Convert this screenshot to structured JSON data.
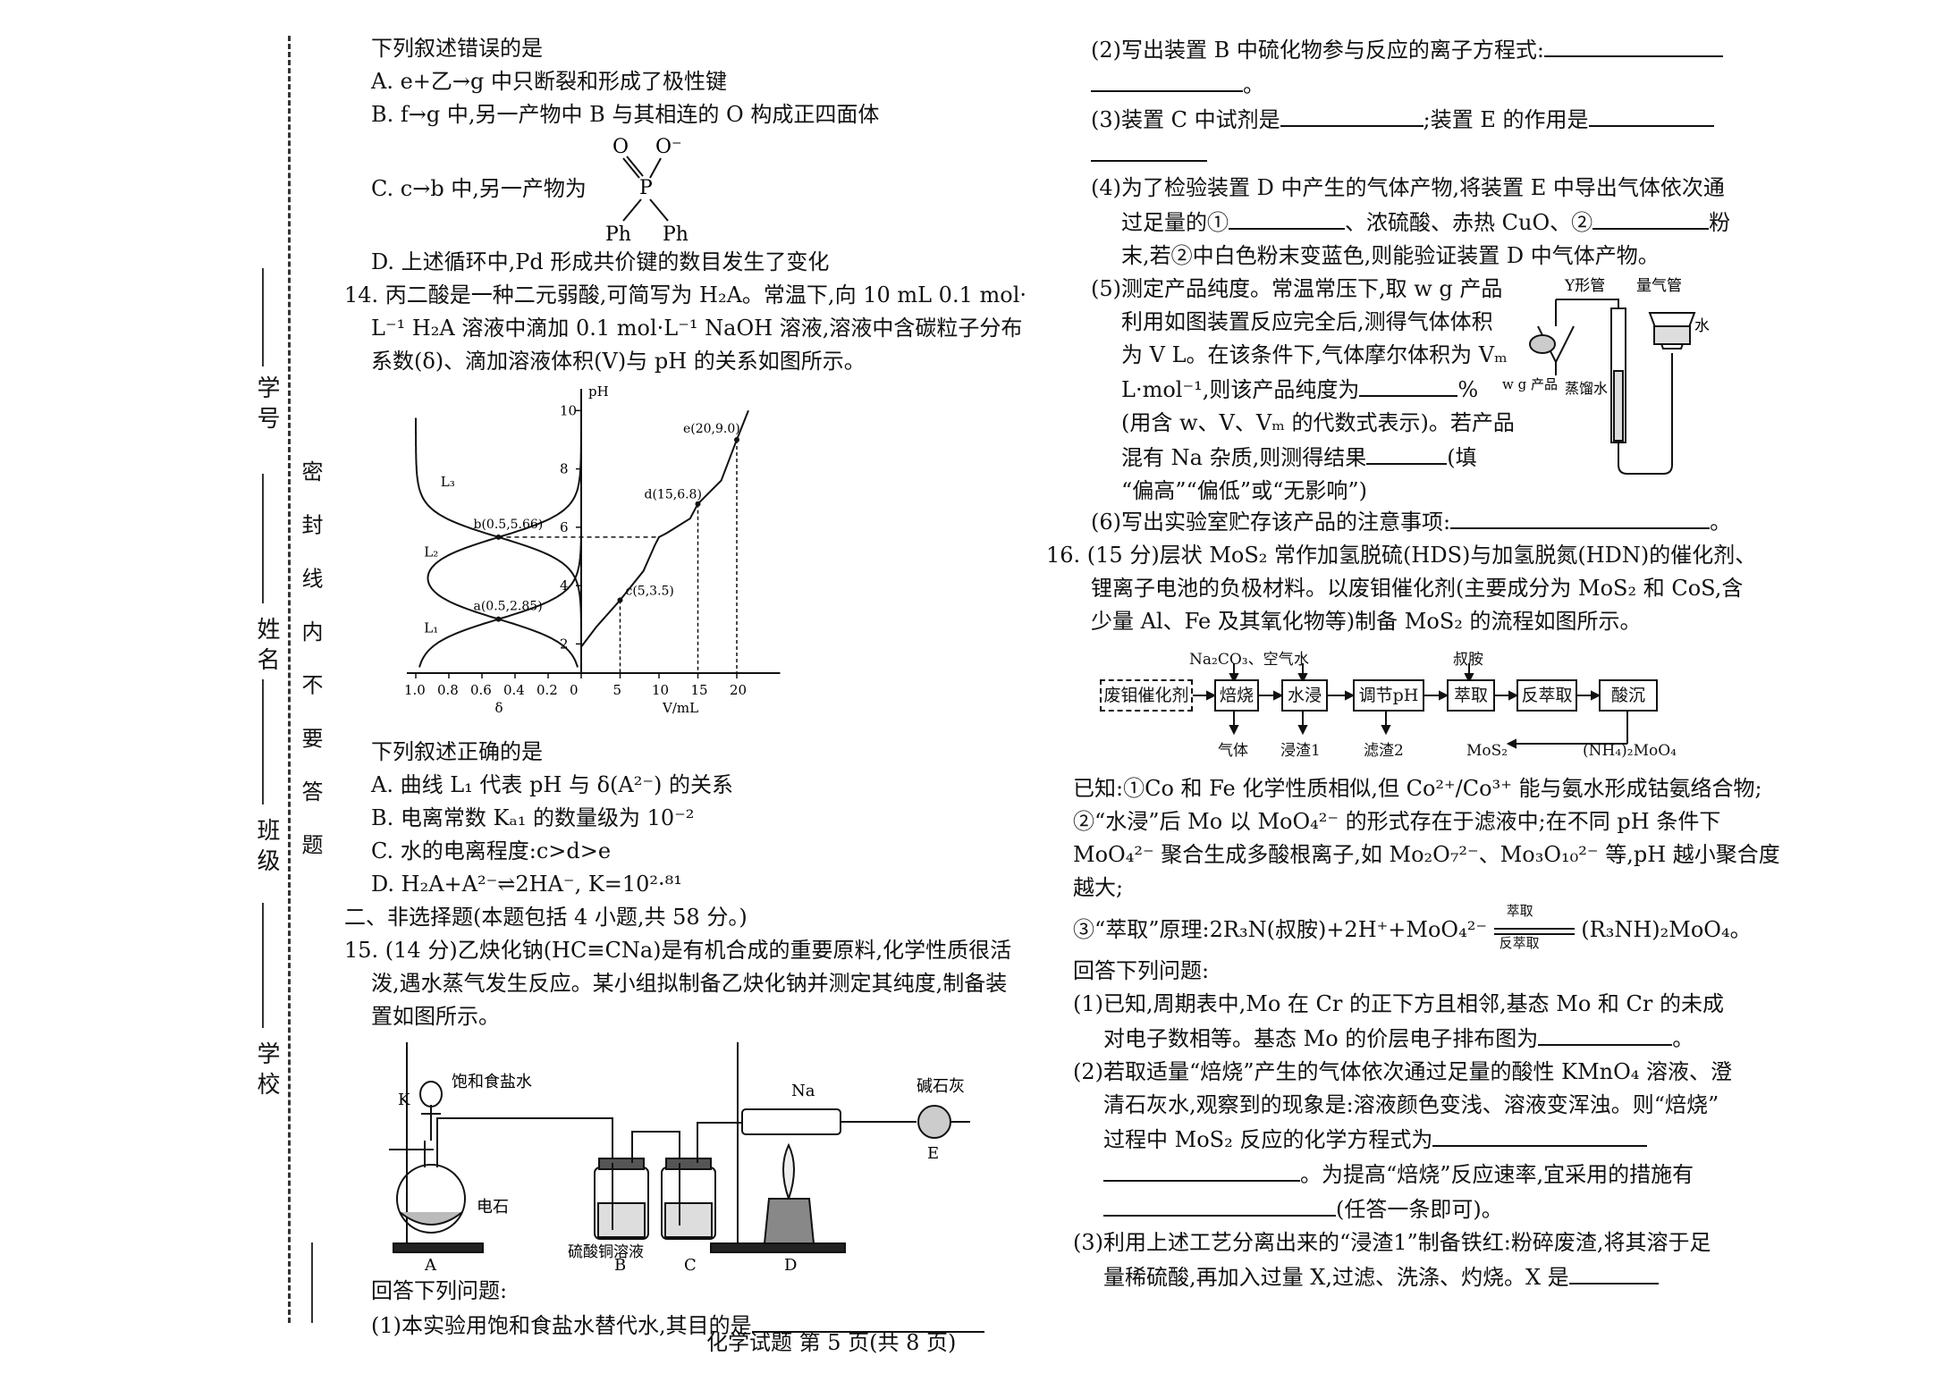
{
  "margin": {
    "labels": [
      "学 校",
      "班 级",
      "姓 名",
      "学 号"
    ],
    "seal_text": "密 封 线 内 不 要 答 题"
  },
  "left": {
    "q13_tail": {
      "intro": "下列叙述错误的是",
      "A": "A. e+乙→g 中只断裂和形成了极性键",
      "B": "B. f→g 中,另一产物中 B 与其相连的 O 构成正四面体",
      "C": "C. c→b 中,另一产物为",
      "D": "D. 上述循环中,Pd 形成共价键的数目发生了变化",
      "struct": {
        "O1": "O",
        "O2": "O⁻",
        "P": "P",
        "Ph1": "Ph",
        "Ph2": "Ph"
      }
    },
    "q14": {
      "line1": "14. 丙二酸是一种二元弱酸,可简写为 H₂A。常温下,向 10 mL 0.1 mol·",
      "line2": "L⁻¹ H₂A 溶液中滴加 0.1 mol·L⁻¹ NaOH 溶液,溶液中含碳粒子分布",
      "line3": "系数(δ)、滴加溶液体积(V)与 pH 的关系如图所示。",
      "intro2": "下列叙述正确的是",
      "A": "A. 曲线 L₁ 代表 pH 与 δ(A²⁻) 的关系",
      "B": "B. 电离常数 Kₐ₁ 的数量级为 10⁻²",
      "C": "C. 水的电离程度:c>d>e",
      "D": "D. H₂A+A²⁻⇌2HA⁻, K=10²·⁸¹"
    },
    "section2": "二、非选择题(本题包括 4 小题,共 58 分。)",
    "q15": {
      "line1": "15. (14 分)乙炔化钠(HC≡CNa)是有机合成的重要原料,化学性质很活",
      "line2": "泼,遇水蒸气发生反应。某小组拟制备乙炔化钠并测定其纯度,制备装",
      "line3": "置如图所示。",
      "ans": "回答下列问题:",
      "p1": "(1)本实验用饱和食盐水替代水,其目的是",
      "apparatus": {
        "brine": "饱和食盐水",
        "K": "K",
        "carbide": "电石",
        "cuso4": "硫酸铜溶液",
        "Na": "Na",
        "soda": "碱石灰",
        "A": "A",
        "B": "B",
        "C": "C",
        "D": "D",
        "E": "E"
      }
    }
  },
  "right": {
    "q15_cont": {
      "p2": "(2)写出装置 B 中硫化物参与反应的离子方程式:",
      "p2_end": "。",
      "p3a": "(3)装置 C 中试剂是",
      "p3b": ";装置 E 的作用是",
      "p4_1": "(4)为了检验装置 D 中产生的气体产物,将装置 E 中导出气体依次通",
      "p4_2a": "过足量的①",
      "p4_2b": "、浓硫酸、赤热 CuO、②",
      "p4_2c": "粉",
      "p4_3": "末,若②中白色粉末变蓝色,则能验证装置 D 中气体产物。",
      "p5_1": "(5)测定产品纯度。常温常压下,取 w g 产品",
      "p5_2": "利用如图装置反应完全后,测得气体体积",
      "p5_3": "为 V L。在该条件下,气体摩尔体积为 Vₘ",
      "p5_4a": "L·mol⁻¹,则该产品纯度为",
      "p5_4b": "%",
      "p5_5": "(用含 w、V、Vₘ 的代数式表示)。若产品",
      "p5_6a": "混有 Na 杂质,则测得结果",
      "p5_6b": "(填",
      "p5_7": "“偏高”“偏低”或“无影响”)",
      "p6": "(6)写出实验室贮存该产品的注意事项:",
      "p6_end": "。",
      "fig": {
        "ytube": "Y形管",
        "buret": "量气管",
        "water": "水",
        "sample": "w g 产品",
        "distilled": "蒸馏水"
      }
    },
    "q16": {
      "line1": "16. (15 分)层状 MoS₂ 常作加氢脱硫(HDS)与加氢脱氮(HDN)的催化剂、",
      "line2": "锂离子电池的负极材料。以废钼催化剂(主要成分为 MoS₂ 和 CoS,含",
      "line3": "少量 Al、Fe 及其氧化物等)制备 MoS₂ 的流程如图所示。",
      "flow": {
        "b1": "废钼催化剂",
        "b2": "焙烧",
        "b3": "水浸",
        "b4": "调节pH",
        "b5": "萃取",
        "b6": "反萃取",
        "b7": "酸沉",
        "in2": "Na₂CO₃、空气",
        "in3": "水",
        "in5": "叔胺",
        "out2": "气体",
        "out3": "浸渣1",
        "out4": "滤渣2",
        "prod": "MoS₂",
        "prod2": "(NH₄)₂MoO₄"
      },
      "known1": "已知:①Co 和 Fe 化学性质相似,但 Co²⁺/Co³⁺ 能与氨水形成钴氨络合物;",
      "known2": "②“水浸”后 Mo 以 MoO₄²⁻ 的形式存在于滤液中;在不同 pH 条件下",
      "known3": "MoO₄²⁻ 聚合生成多酸根离子,如 Mo₂O₇²⁻、Mo₃O₁₀²⁻ 等,pH 越小聚合度",
      "known4": "越大;",
      "known5a": "③“萃取”原理:2R₃N(叔胺)+2H⁺+MoO₄²⁻",
      "known5_up": "萃取",
      "known5_dn": "反萃取",
      "known5b": "(R₃NH)₂MoO₄。",
      "ans": "回答下列问题:",
      "p1_1": "(1)已知,周期表中,Mo 在 Cr 的正下方且相邻,基态 Mo 和 Cr 的未成",
      "p1_2": "对电子数相等。基态 Mo 的价层电子排布图为",
      "p1_end": "。",
      "p2_1": "(2)若取适量“焙烧”产生的气体依次通过足量的酸性 KMnO₄ 溶液、澄",
      "p2_2": "清石灰水,观察到的现象是:溶液颜色变浅、溶液变浑浊。则“焙烧”",
      "p2_3": "过程中 MoS₂ 反应的化学方程式为",
      "p2_4": "。为提高“焙烧”反应速率,宜采用的措施有",
      "p2_5": "(任答一条即可)。",
      "p3_1": "(3)利用上述工艺分离出来的“浸渣1”制备铁红:粉碎废渣,将其溶于足",
      "p3_2": "量稀硫酸,再加入过量 X,过滤、洗涤、灼烧。X 是"
    }
  },
  "footer": "化学试题  第 5 页(共 8 页)",
  "chart_data": {
    "type": "line",
    "ylabel": "pH",
    "xlabel_left": "δ",
    "xlabel_right": "V/mL",
    "delta_ticks": [
      "1.0",
      "0.8",
      "0.6",
      "0.4",
      "0.2",
      "0"
    ],
    "v_ticks": [
      "5",
      "10",
      "15",
      "20"
    ],
    "ph_ticks": [
      "2",
      "4",
      "6",
      "8",
      "10"
    ],
    "series": [
      {
        "name": "L₁"
      },
      {
        "name": "L₂"
      },
      {
        "name": "L₃"
      }
    ],
    "points": [
      {
        "label": "a(0.5,2.85)",
        "delta": 0.5,
        "ph": 2.85
      },
      {
        "label": "b(0.5,5.66)",
        "delta": 0.5,
        "ph": 5.66
      },
      {
        "label": "c(5,3.5)",
        "v": 5,
        "ph": 3.5
      },
      {
        "label": "d(15,6.8)",
        "v": 15,
        "ph": 6.8
      },
      {
        "label": "e(20,9.0)",
        "v": 20,
        "ph": 9.0
      }
    ],
    "ph_range": [
      1,
      10.5
    ],
    "delta_range": [
      1.0,
      0
    ],
    "v_range": [
      0,
      25
    ]
  }
}
